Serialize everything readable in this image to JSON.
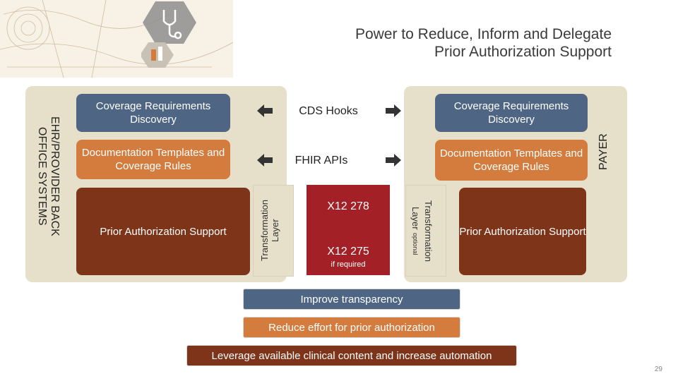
{
  "title": {
    "line1": "Power to Reduce, Inform and Delegate",
    "line2": "Prior Authorization Support"
  },
  "left_panel": {
    "side_label": "EHR/PROVIDER BACK OFFICE SYSTEMS",
    "crd": "Coverage Requirements Discovery",
    "dtr": "Documentation Templates and Coverage Rules",
    "pas": "Prior Authorization Support"
  },
  "middle": {
    "cds_hooks": "CDS Hooks",
    "fhir_apis": "FHIR APIs",
    "x12_278": "X12 278",
    "x12_275": "X12 275",
    "x12_275_note": "if required",
    "transformation_left": "Transformation Layer",
    "transformation_right": "Transformation Layer",
    "transformation_right_note": "optional"
  },
  "right_panel": {
    "side_label": "PAYER",
    "crd": "Coverage Requirements Discovery",
    "dtr": "Documentation Templates and Coverage Rules",
    "pas": "Prior Authorization Support"
  },
  "benefits": {
    "transparency": "Improve transparency",
    "effort": "Reduce effort for prior authorization",
    "automation": "Leverage available clinical content and increase automation"
  },
  "page_number": "29",
  "icons": [
    "stethoscope-icon",
    "document-icon"
  ],
  "colors": {
    "blue": "#4e6584",
    "orange": "#d47c3e",
    "brown": "#7e3419",
    "red": "#a22026",
    "panel": "#e6dfc9"
  }
}
